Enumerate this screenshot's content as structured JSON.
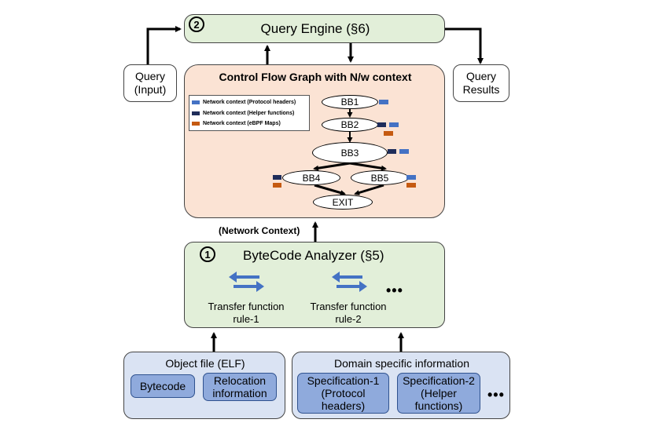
{
  "query_engine": {
    "number": "2",
    "title": "Query Engine (§6)"
  },
  "query_input": {
    "line1": "Query",
    "line2": "(Input)"
  },
  "query_results": {
    "line1": "Query",
    "line2": "Results"
  },
  "cfg": {
    "title": "Control Flow Graph with N/w context",
    "legend": [
      {
        "label": "Network context (Protocol headers)",
        "color": "#4472c4"
      },
      {
        "label": "Network context (Helper functions)",
        "color": "#1f2d5a"
      },
      {
        "label": "Network context (eBPF Maps)",
        "color": "#c55a11"
      }
    ],
    "nodes": {
      "bb1": "BB1",
      "bb2": "BB2",
      "bb3": "BB3",
      "bb4": "BB4",
      "bb5": "BB5",
      "exit": "EXIT"
    }
  },
  "network_context_label": "(Network Context)",
  "bytecode_analyzer": {
    "number": "1",
    "title": "ByteCode Analyzer (§5)",
    "rules": [
      {
        "line1": "Transfer function",
        "line2": "rule-1"
      },
      {
        "line1": "Transfer function",
        "line2": "rule-2"
      }
    ],
    "ellipsis": "•••"
  },
  "object_file": {
    "title": "Object file (ELF)",
    "items": [
      {
        "text": "Bytecode"
      },
      {
        "line1": "Relocation",
        "line2": "information"
      }
    ]
  },
  "domain_info": {
    "title": "Domain specific information",
    "items": [
      {
        "line1": "Specification-1",
        "line2": "(Protocol",
        "line3": "headers)"
      },
      {
        "line1": "Specification-2",
        "line2": "(Helper",
        "line3": "functions)"
      }
    ],
    "ellipsis": "•••"
  },
  "colors": {
    "arrow_blue": "#4472c4",
    "green": "#e2efd9",
    "peach": "#fbe3d4",
    "panel_blue": "#dae3f3"
  }
}
